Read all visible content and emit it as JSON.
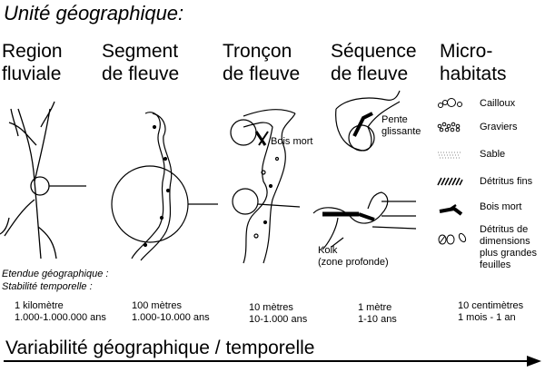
{
  "title": "Unité géographique:",
  "columns": [
    {
      "line1": "Region",
      "line2": "fluviale",
      "extent": "1 kilomètre",
      "stability": "1.000-1.000.000 ans"
    },
    {
      "line1": "Segment",
      "line2": "de fleuve",
      "extent": "100 mètres",
      "stability": "1.000-10.000 ans"
    },
    {
      "line1": "Tronçon",
      "line2": "de fleuve",
      "extent": "10 mètres",
      "stability": "10-1.000 ans"
    },
    {
      "line1": "Séquence",
      "line2": "de fleuve",
      "extent": "1 mètre",
      "stability": "1-10 ans"
    },
    {
      "line1": "Micro-",
      "line2": "habitats",
      "extent": "10 centimètres",
      "stability": "1 mois - 1 an"
    }
  ],
  "annotations": {
    "bois_mort": "Bois mort",
    "pente_1": "Pente",
    "pente_2": "glissante",
    "kolk_1": "Kolk",
    "kolk_2": "(zone profonde)"
  },
  "legend": [
    {
      "label": "Cailloux",
      "icon": "pebbles-icon"
    },
    {
      "label": "Graviers",
      "icon": "gravel-icon"
    },
    {
      "label": "Sable",
      "icon": "sand-icon"
    },
    {
      "label": "Détritus fins",
      "icon": "fine-debris-icon"
    },
    {
      "label": "Bois mort",
      "icon": "dead-wood-icon"
    },
    {
      "label_lines": [
        "Détritus de",
        "dimensions",
        "plus grandes",
        "feuilles"
      ],
      "icon": "leaves-icon"
    }
  ],
  "row_labels": {
    "extent": "Etendue géographique :",
    "stability": "Stabilité temporelle :"
  },
  "axis_label": "Variabilité géographique / temporelle"
}
